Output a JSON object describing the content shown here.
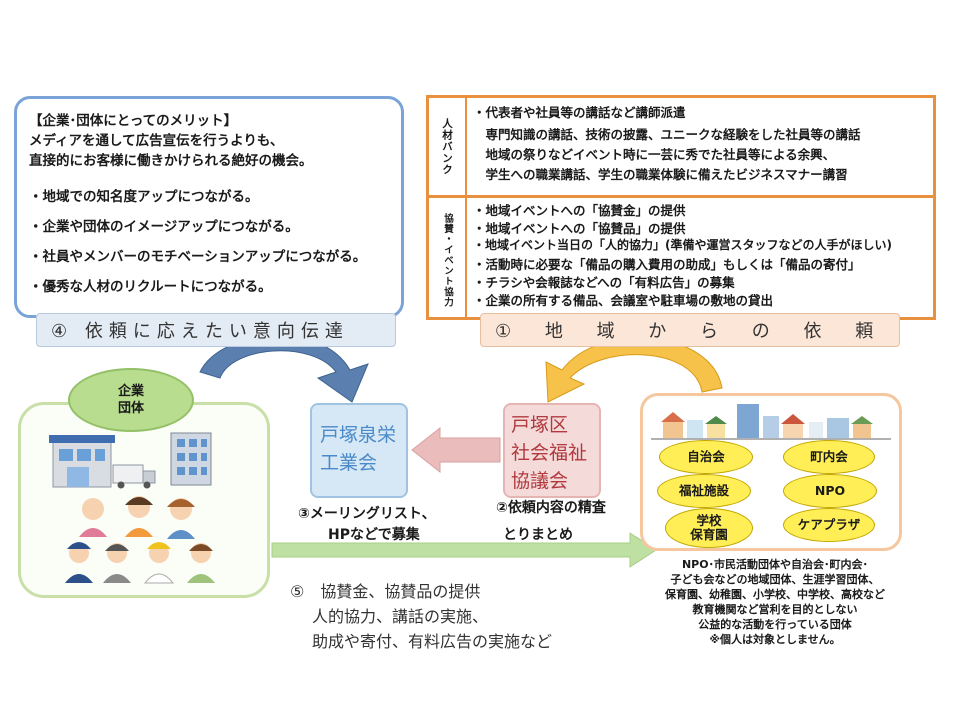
{
  "benefits": {
    "heading": "【企業･団体にとってのメリット】",
    "intro_line1": "メディアを通して広告宣伝を行うよりも、",
    "intro_line2": "直接的にお客様に働きかけられる絶好の機会。",
    "items": [
      "・地域での知名度アップにつながる。",
      "・企業や団体のイメージアップにつながる。",
      "・社員やメンバーのモチベーションアップにつながる。",
      "・優秀な人材のリクルートにつながる。"
    ]
  },
  "requests": {
    "section1_label": "人材バンク",
    "section1_lines": [
      "・代表者や社員等の講話など講師派遣",
      "　専門知識の講話、技術の披露、ユニークな経験をした社員等の講話",
      "　地域の祭りなどイベント時に一芸に秀でた社員等による余興、",
      "　学生への職業講話、学生の職業体験に備えたビジネスマナー講習"
    ],
    "section2_label": "協賛・イベント協力",
    "section2_lines": [
      "・地域イベントへの「協賛金」の提供",
      "・地域イベントへの「協賛品」の提供",
      "・地域イベント当日の「人的協力」(準備や運営スタッフなどの人手がほしい)",
      "・活動時に必要な「備品の購入費用の助成」もしくは「備品の寄付」",
      "・チラシや会報誌などへの「有料広告」の募集",
      "・企業の所有する備品、会議室や駐車場の敷地の貸出"
    ]
  },
  "ribbons": {
    "step4": "④ 依頼に応えたい意向伝達",
    "step1": "① 地 域 か ら の 依 頼"
  },
  "org": {
    "kigyo_line1": "企業",
    "kigyo_line2": "団体",
    "totsuka_line1": "戸塚泉栄",
    "totsuka_line2": "工業会",
    "shakyo_line1": "戸塚区",
    "shakyo_line2": "社会福祉",
    "shakyo_line3": "協議会"
  },
  "community_orgs": [
    "自治会",
    "町内会",
    "福祉施設",
    "NPO",
    "学校\n保育園",
    "ケアプラザ"
  ],
  "step3": {
    "line1": "③メーリングリスト、",
    "line2": "HPなどで募集"
  },
  "step2": {
    "line1": "②依頼内容の精査",
    "line2": "とりまとめ"
  },
  "step5": {
    "line1": "⑤　協賛金、協賛品の提供",
    "line2": "人的協力、講話の実施、",
    "line3": "助成や寄付、有料広告の実施など"
  },
  "footnote": {
    "line1": "NPO･市民活動団体や自治会･町内会･",
    "line2": "子ども会などの地域団体、生涯学習団体、",
    "line3": "保育園、幼稚園、小学校、中学校、高校など",
    "line4": "教育機関など営利を目的としない",
    "line5": "公益的な活動を行っている団体",
    "line6": "※個人は対象としません。"
  },
  "colors": {
    "blue_arrow": "#5b7fae",
    "orange_arrow": "#f4b63b",
    "pink_arrow": "#e8b3b3",
    "green_arrow": "#b9dca0"
  }
}
